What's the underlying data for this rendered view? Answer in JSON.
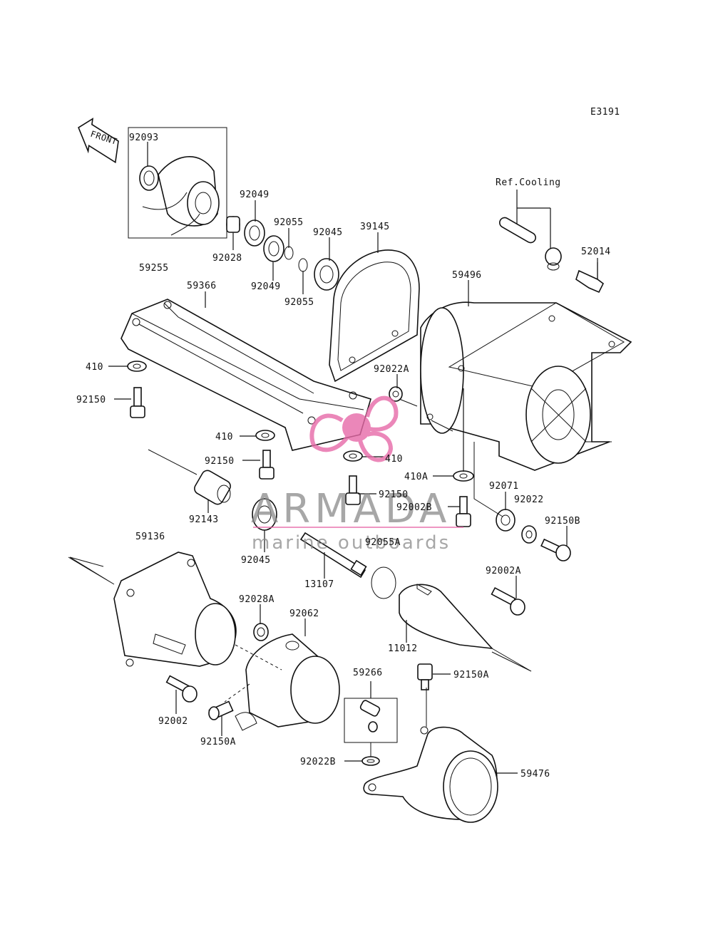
{
  "diagram_code": "E3191",
  "front_label": "FRONT",
  "ref_note": "Ref.Cooling",
  "watermark": {
    "brand": "ARMADA",
    "tagline": "marine outboards",
    "accent_color": "#e76aa8"
  },
  "parts": {
    "p92093": "92093",
    "p92049a": "92049",
    "p92055a": "92055",
    "p92045a": "92045",
    "p39145": "39145",
    "p59255": "59255",
    "p92028": "92028",
    "p92049b": "92049",
    "p92055b": "92055",
    "p52014": "52014",
    "p59496": "59496",
    "p59366": "59366",
    "p410a": "410",
    "p92150a": "92150",
    "p92022A": "92022A",
    "p410b": "410",
    "p410c": "410",
    "p92150b": "92150",
    "p410A": "410A",
    "p92071": "92071",
    "p92022": "92022",
    "p92150c": "92150",
    "p92002B": "92002B",
    "p92143": "92143",
    "p92150B": "92150B",
    "p59136": "59136",
    "p92045b": "92045",
    "p92055A": "92055A",
    "p13107": "13107",
    "p92002A": "92002A",
    "p92028A": "92028A",
    "p92062": "92062",
    "p11012": "11012",
    "p59266": "59266",
    "p92150A": "92150A",
    "p92002": "92002",
    "p92150Ab": "92150A",
    "p92022B": "92022B",
    "p59476": "59476"
  }
}
